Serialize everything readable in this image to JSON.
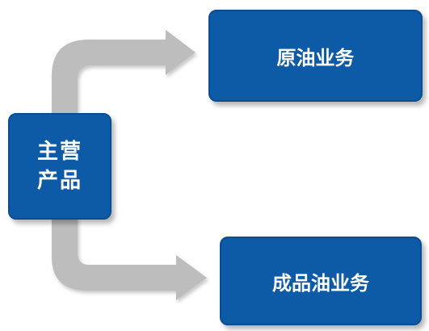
{
  "diagram": {
    "main_box": {
      "line1": "主营",
      "line2": "产品"
    },
    "top_box": {
      "label": "原油业务"
    },
    "bottom_box": {
      "label": "成品油业务"
    },
    "colors": {
      "box_fill": "#0d5aa7",
      "box_border": "#0a4d92",
      "box_text": "#ffffff",
      "arrow": "#bdbdbd"
    }
  }
}
